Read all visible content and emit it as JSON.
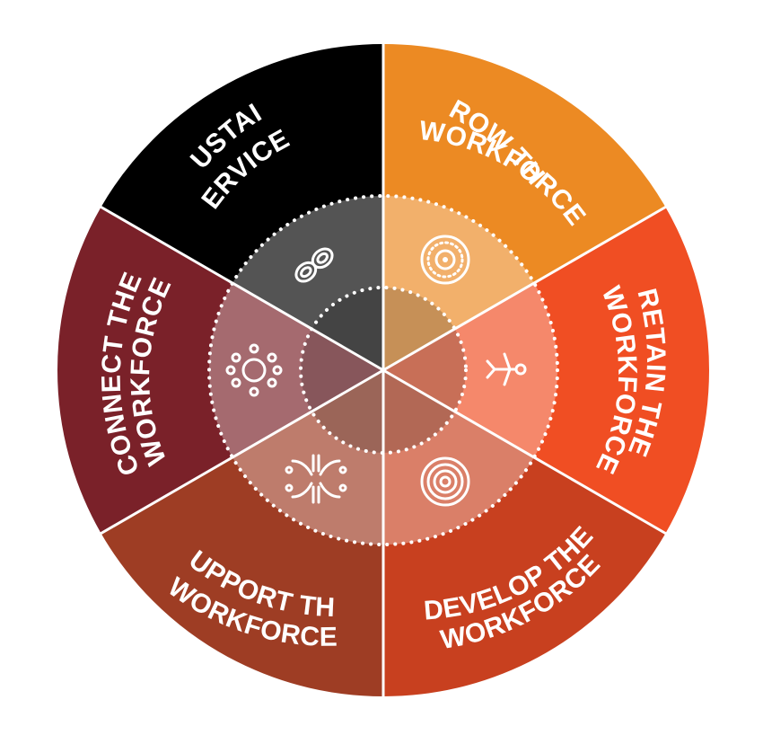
{
  "segments": [
    {
      "id": "sustain",
      "line1": "SUSTAIN",
      "line2": "SERVICES",
      "color": "#000000",
      "icon": "infinity-loop-icon"
    },
    {
      "id": "grow",
      "line1": "GROW THE",
      "line2": "WORKFORCE",
      "color": "#ec8a23",
      "icon": "sun-dots-icon"
    },
    {
      "id": "retain",
      "line1": "RETAIN THE",
      "line2": "WORKFORCE",
      "color": "#f04e23",
      "icon": "figure-icon"
    },
    {
      "id": "develop",
      "line1": "DEVELOP THE",
      "line2": "WORKFORCE",
      "color": "#c8401f",
      "icon": "concentric-circles-icon"
    },
    {
      "id": "support",
      "line1": "SUPPORT THE",
      "line2": "WORKFORCE",
      "color": "#9e3d24",
      "icon": "hands-cluster-icon"
    },
    {
      "id": "connect",
      "line1": "CONNECT THE",
      "line2": "WORKFORCE",
      "color": "#7a2129",
      "icon": "meeting-place-icon"
    }
  ]
}
